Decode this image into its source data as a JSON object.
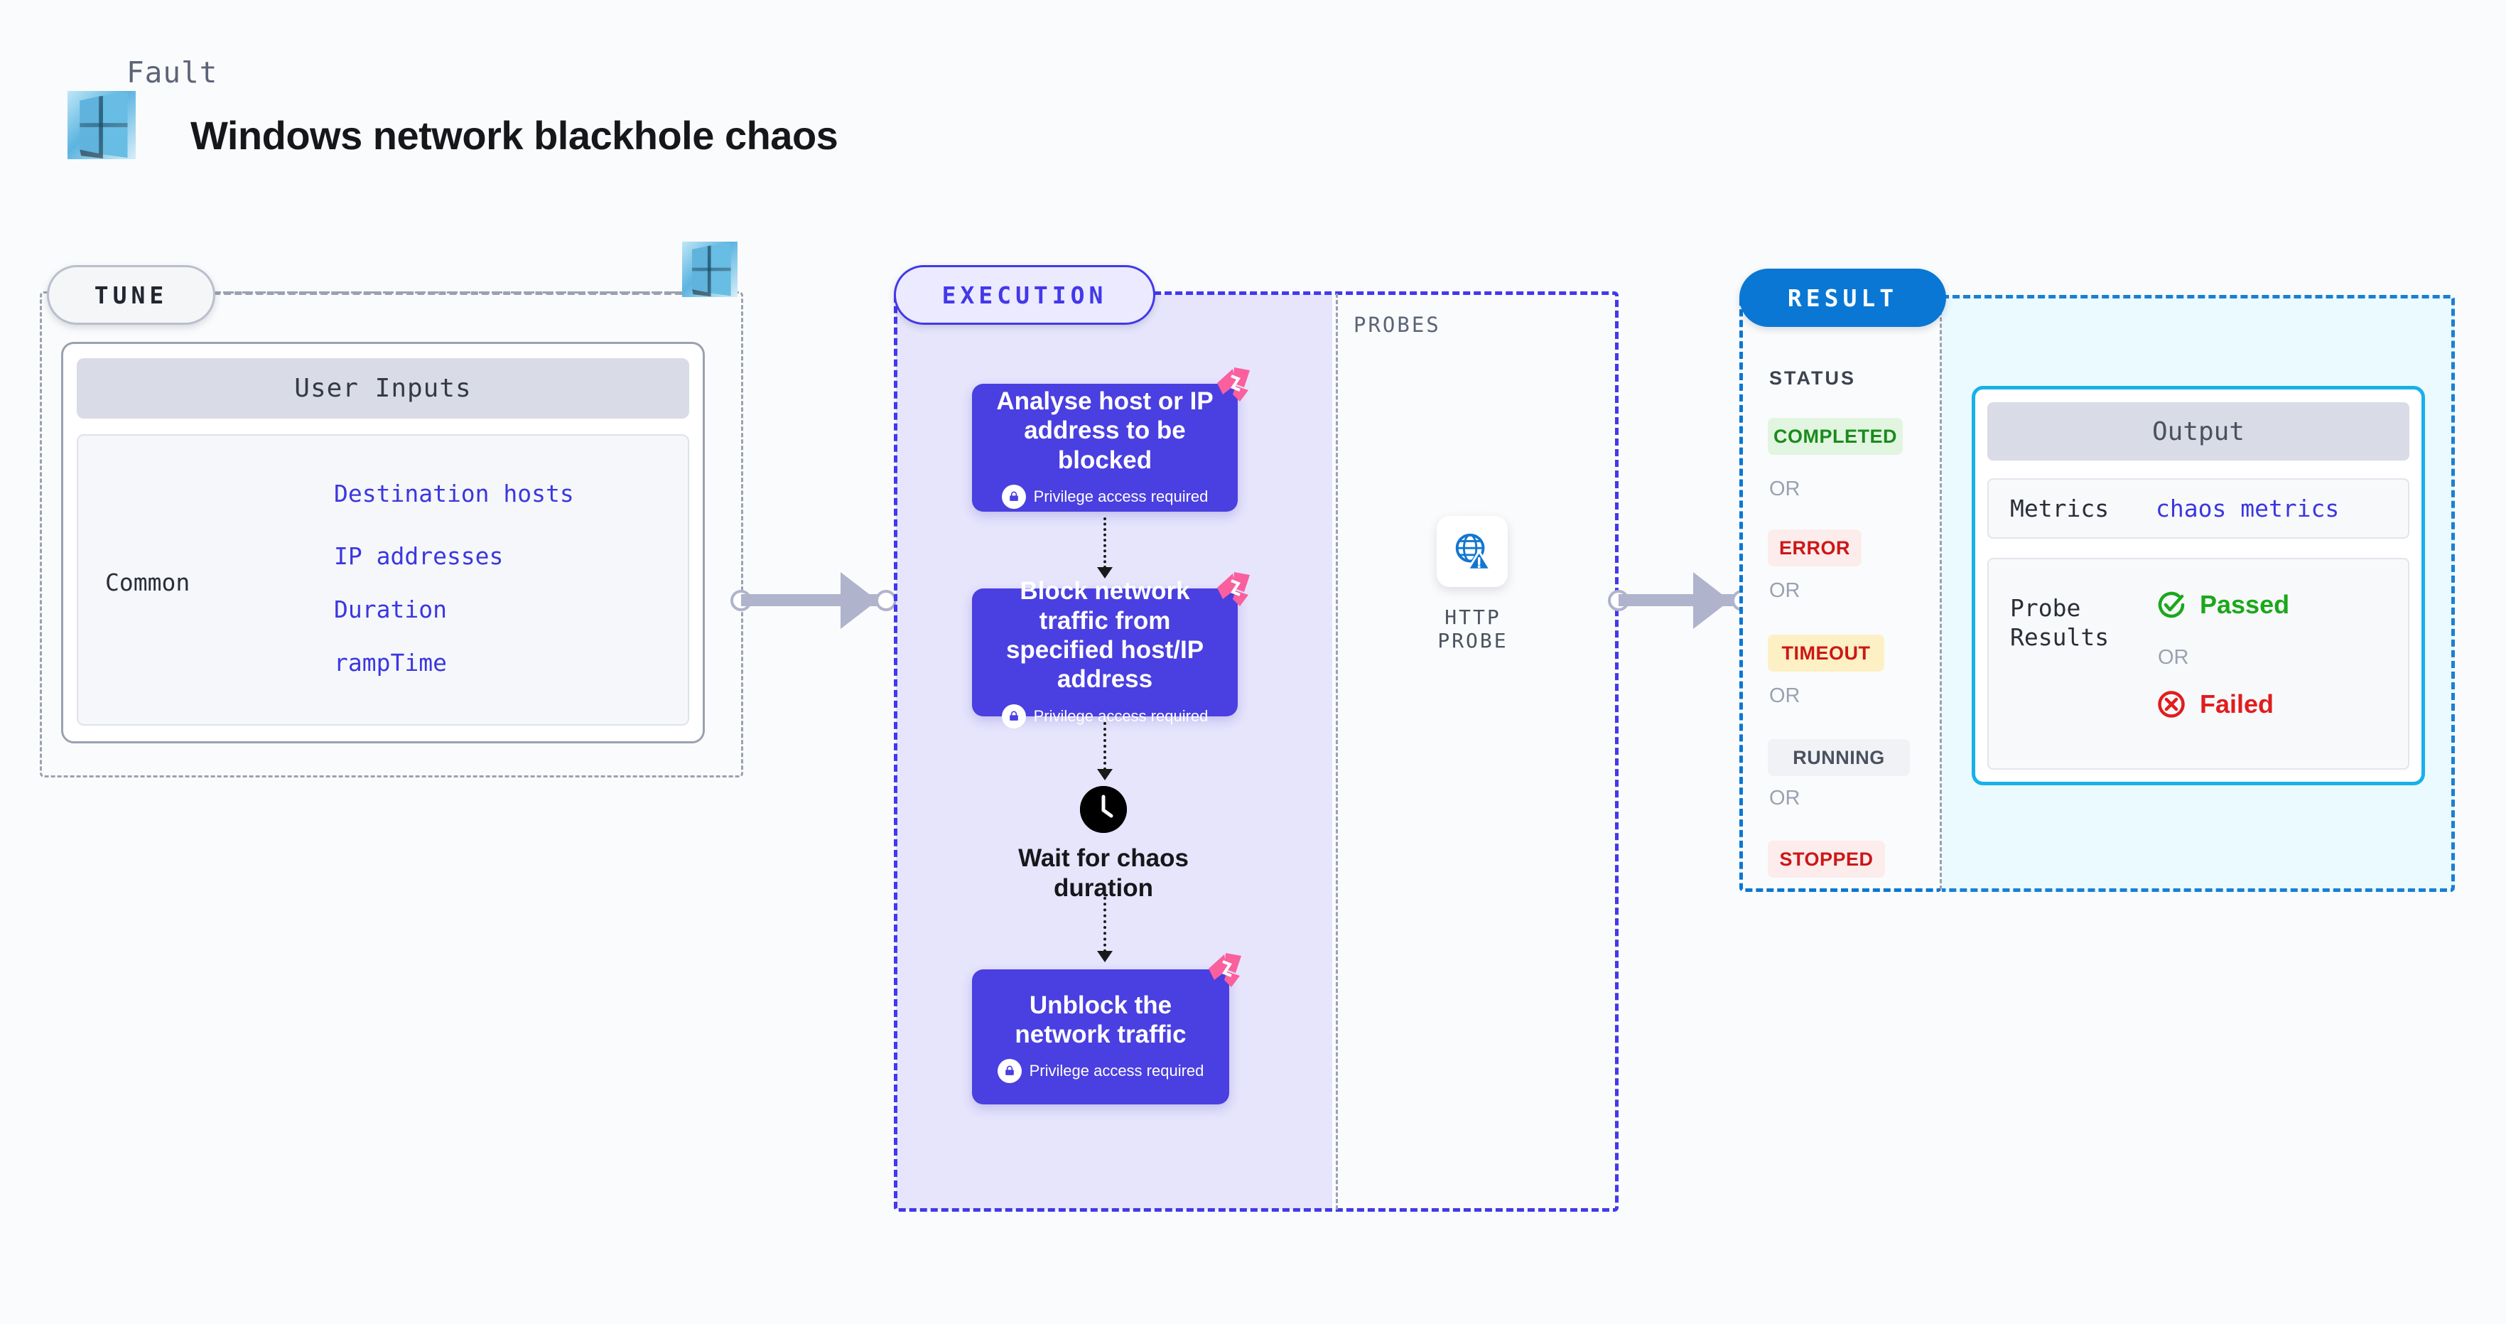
{
  "header": {
    "fault_label": "Fault",
    "title": "Windows network blackhole chaos",
    "logo_icon": "windows-logo-icon"
  },
  "tune": {
    "pill_label": "TUNE",
    "logo_icon": "windows-logo-icon",
    "user_inputs_title": "User Inputs",
    "group_label": "Common",
    "params": [
      "Destination hosts",
      "IP addresses",
      "Duration",
      "rampTime"
    ]
  },
  "execution": {
    "pill_label": "EXECUTION",
    "probes_label": "PROBES",
    "privilege_text": "Privilege access required",
    "lock_icon": "lock-icon",
    "litmus_icon": "litmus-chaos-icon",
    "clock_icon": "clock-icon",
    "steps": [
      {
        "title": "Analyse host or IP address to be blocked",
        "privilege": "Privilege access required"
      },
      {
        "title": "Block network traffic from specified host/IP address",
        "privilege": "Privilege access required"
      },
      {
        "title": "Unblock the network traffic",
        "privilege": "Privilege access required"
      }
    ],
    "wait_label": "Wait for chaos duration",
    "probe": {
      "icon": "globe-warning-icon",
      "label": "HTTP PROBE"
    }
  },
  "result": {
    "pill_label": "RESULT",
    "status_heading": "STATUS",
    "or_label": "OR",
    "statuses": [
      {
        "label": "COMPLETED",
        "bg": "#e1f5e1",
        "fg": "#1b8a1b"
      },
      {
        "label": "ERROR",
        "bg": "#fdecec",
        "fg": "#cc1717"
      },
      {
        "label": "TIMEOUT",
        "bg": "#fdf0c4",
        "fg": "#cc1717"
      },
      {
        "label": "RUNNING",
        "bg": "#f1f2f6",
        "fg": "#4a5160"
      },
      {
        "label": "STOPPED",
        "bg": "#fdecec",
        "fg": "#cc1717"
      }
    ],
    "output": {
      "title": "Output",
      "metrics_label": "Metrics",
      "metrics_value": "chaos metrics",
      "probe_results_label": "Probe Results",
      "passed_label": "Passed",
      "passed_icon": "check-circle-icon",
      "failed_label": "Failed",
      "failed_icon": "x-circle-icon",
      "or_label": "OR"
    }
  },
  "colors": {
    "accent_indigo": "#4338ea",
    "accent_blue": "#0a77d4",
    "accent_cyan": "#19b0ea",
    "pink": "#fa5f9e",
    "grey_dash": "#9aa1b0"
  }
}
